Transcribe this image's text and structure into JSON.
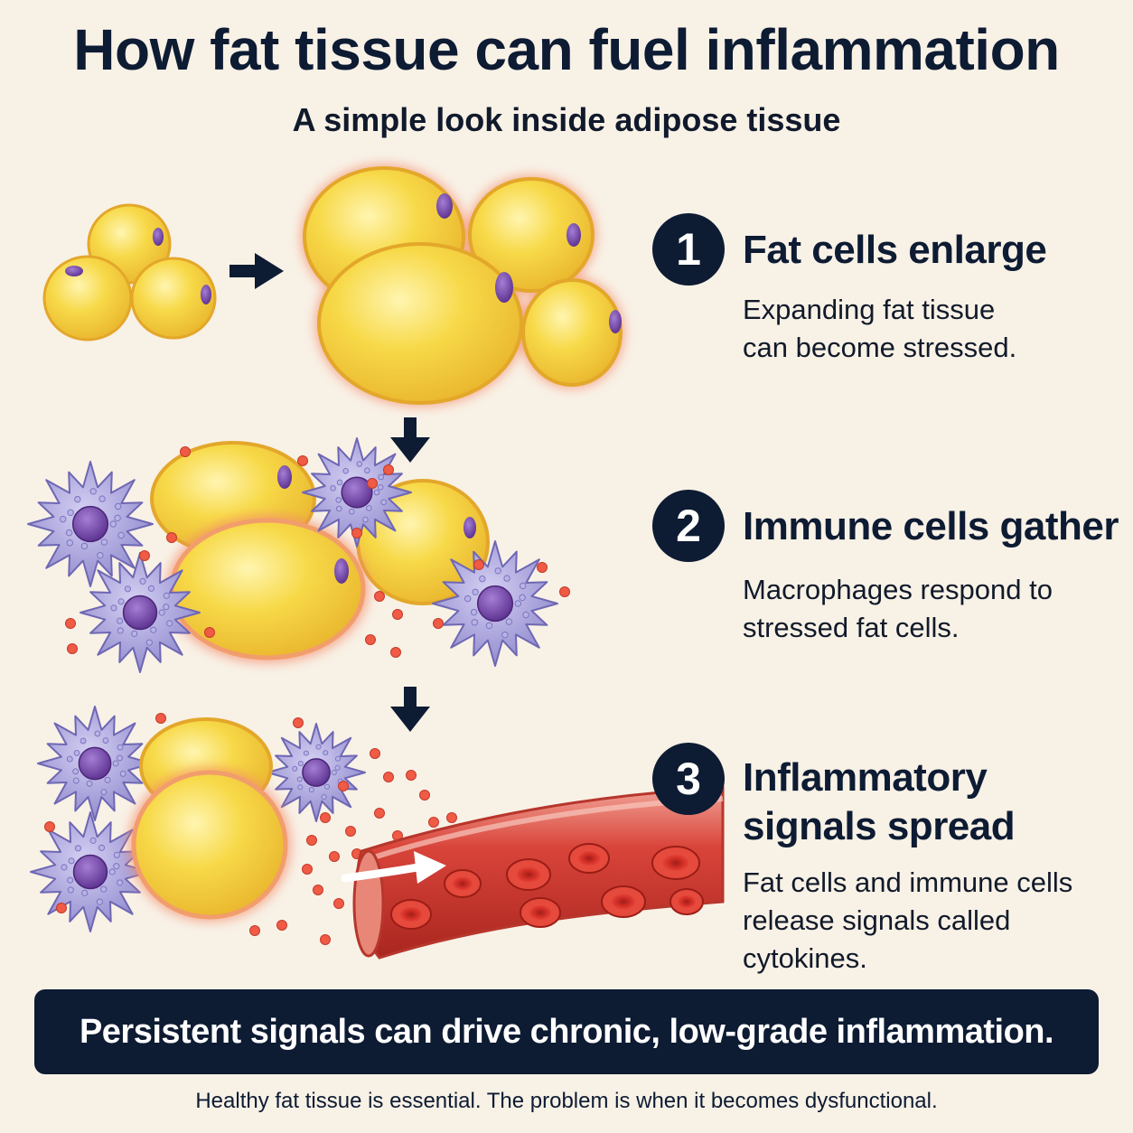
{
  "header": {
    "title": "How fat tissue can fuel inflammation",
    "subtitle": "A simple look inside adipose tissue"
  },
  "steps": [
    {
      "number": "1",
      "title": "Fat cells enlarge",
      "description": "Expanding fat tissue can become stressed."
    },
    {
      "number": "2",
      "title": "Immune cells gather",
      "description": "Macrophages respond to stressed fat cells."
    },
    {
      "number": "3",
      "title": "Inflammatory signals spread",
      "description": "Fat cells and immune cells release signals called cytokines."
    }
  ],
  "banner": {
    "text": "Persistent signals can drive chronic, low-grade inflammation."
  },
  "footnote": {
    "text": "Healthy fat tissue is essential. The problem is when it becomes dysfunctional."
  },
  "colors": {
    "background": "#f8f1e6",
    "navy": "#0d1b33",
    "fat_cell": "#f5d33c",
    "fat_cell_outline": "#e3a72a",
    "stress_glow": "#f27c5c",
    "nucleus": "#7a5aa6",
    "macrophage": "#9b95d6",
    "macrophage_nucleus": "#6b3fa0",
    "cytokine": "#ef5b44",
    "vessel": "#c8392c",
    "red_blood_cell": "#d8312a"
  },
  "icons": [
    "arrow-right-icon",
    "arrow-down-icon",
    "flow-arrow-icon"
  ]
}
